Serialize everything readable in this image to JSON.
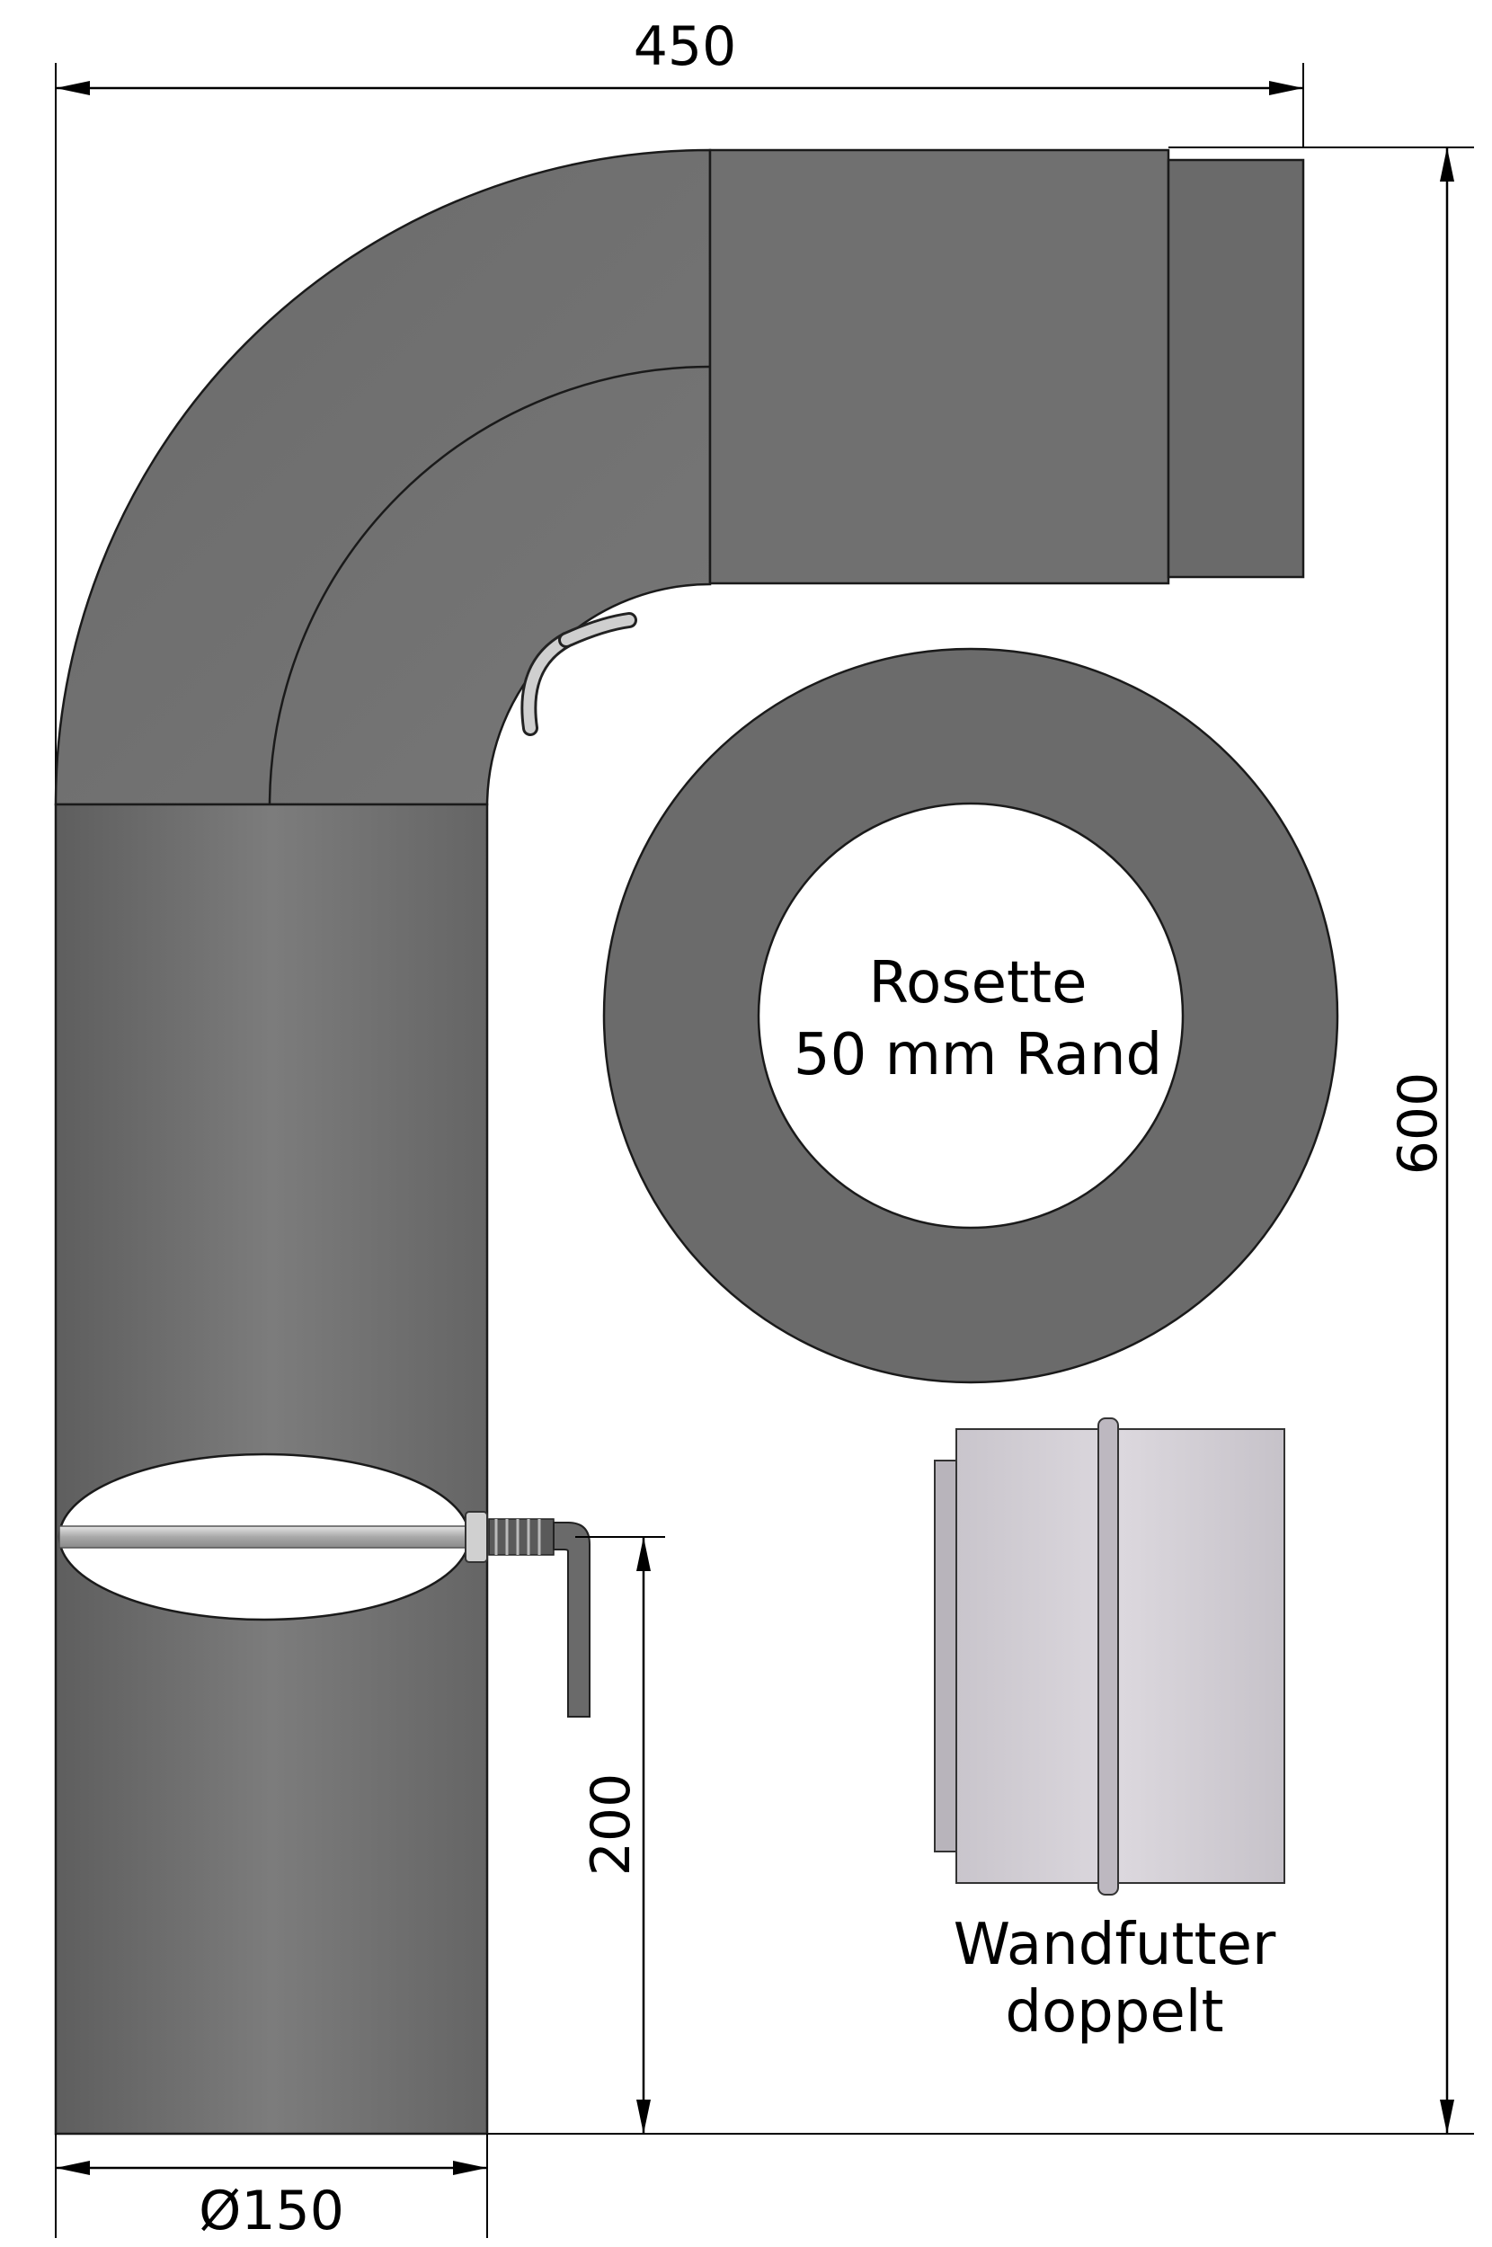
{
  "dimensions": {
    "width": "450",
    "height": "600",
    "damper_height": "200",
    "diameter": "Ø150"
  },
  "labels": {
    "rosette_line1": "Rosette",
    "rosette_line2": "50 mm Rand",
    "wall_sleeve_line1": "Wandfutter",
    "wall_sleeve_line2": "doppelt"
  },
  "colors": {
    "pipe": "#6d6d6d",
    "pipe_light": "#888888",
    "rosette": "#6b6b6b",
    "sleeve": "#cfcbd2",
    "sleeve_rim": "#bdb8c0",
    "handle": "#6a6a6a",
    "damper_rod": "#bdbdbd"
  }
}
